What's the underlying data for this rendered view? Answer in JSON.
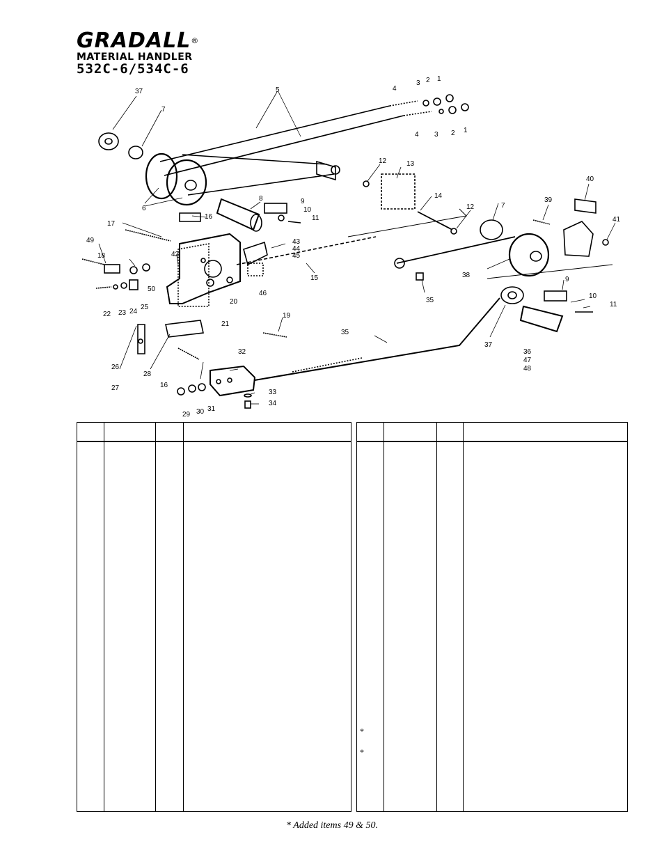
{
  "brand": {
    "logo_text": "GRADALL",
    "registered_mark": "®",
    "subtitle": "MATERIAL HANDLER",
    "model": "532C-6/534C-6"
  },
  "callouts": [
    "1",
    "2",
    "3",
    "4",
    "5",
    "6",
    "7",
    "8",
    "9",
    "10",
    "11",
    "12",
    "13",
    "14",
    "15",
    "16",
    "17",
    "18",
    "19",
    "20",
    "21",
    "22",
    "23",
    "24",
    "25",
    "26",
    "27",
    "28",
    "29",
    "30",
    "31",
    "32",
    "33",
    "34",
    "35",
    "36",
    "37",
    "38",
    "39",
    "40",
    "41",
    "42",
    "43",
    "44",
    "45",
    "46",
    "47",
    "48",
    "49",
    "50"
  ],
  "tables": {
    "left": {
      "headers": [
        "",
        "",
        "",
        ""
      ]
    },
    "right": {
      "headers": [
        "",
        "",
        "",
        ""
      ],
      "marks": [
        "*",
        "*"
      ]
    }
  },
  "footnote": "* Added items 49 & 50."
}
